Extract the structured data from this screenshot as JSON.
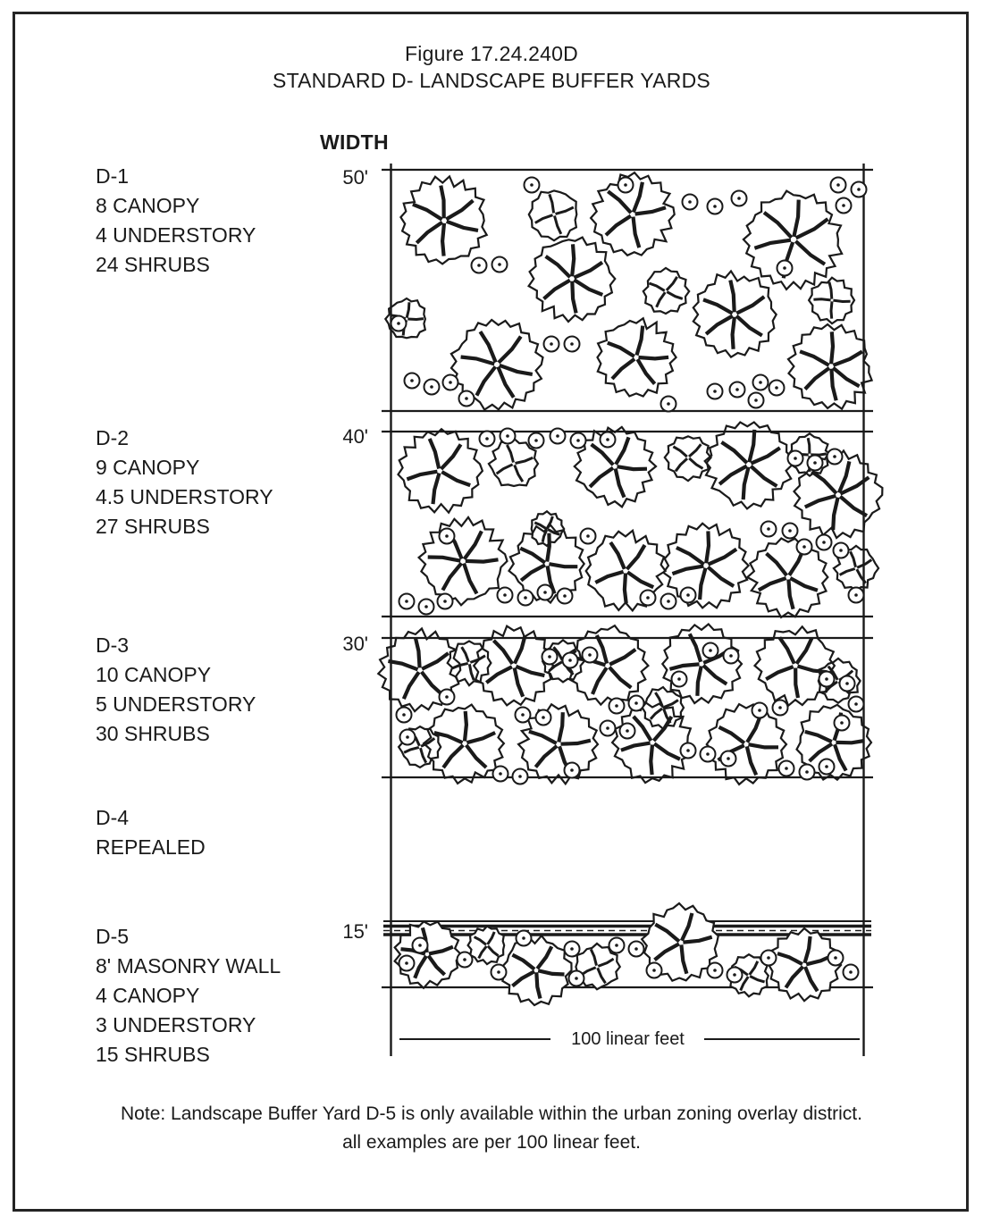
{
  "figure": {
    "title_line1": "Figure 17.24.240D",
    "title_line2": "STANDARD D- LANDSCAPE BUFFER YARDS",
    "width_header": "WIDTH",
    "dimension_label": "100 linear feet",
    "note_line1": "Note: Landscape Buffer Yard D-5 is only available within the urban zoning overlay district.",
    "note_line2": "all examples are per 100 linear feet."
  },
  "buffer_yards": [
    {
      "id": "D-1",
      "width": "50'",
      "specs": [
        "8 CANOPY",
        "4 UNDERSTORY",
        "24 SHRUBS"
      ],
      "canopy": 8,
      "understory": 4,
      "shrubs": 24
    },
    {
      "id": "D-2",
      "width": "40'",
      "specs": [
        "9 CANOPY",
        "4.5 UNDERSTORY",
        "27 SHRUBS"
      ],
      "canopy": 9,
      "understory": 4.5,
      "shrubs": 27
    },
    {
      "id": "D-3",
      "width": "30'",
      "specs": [
        "10 CANOPY",
        "5 UNDERSTORY",
        "30 SHRUBS"
      ],
      "canopy": 10,
      "understory": 5,
      "shrubs": 30
    },
    {
      "id": "D-4",
      "width": "",
      "specs": [
        "REPEALED"
      ],
      "canopy": 0,
      "understory": 0,
      "shrubs": 0
    },
    {
      "id": "D-5",
      "width": "15'",
      "specs": [
        "8' MASONRY WALL",
        "4 CANOPY",
        "3 UNDERSTORY",
        "15 SHRUBS"
      ],
      "canopy": 4,
      "understory": 3,
      "shrubs": 15
    }
  ],
  "colors": {
    "ink": "#1a1a1a",
    "background": "#ffffff"
  }
}
